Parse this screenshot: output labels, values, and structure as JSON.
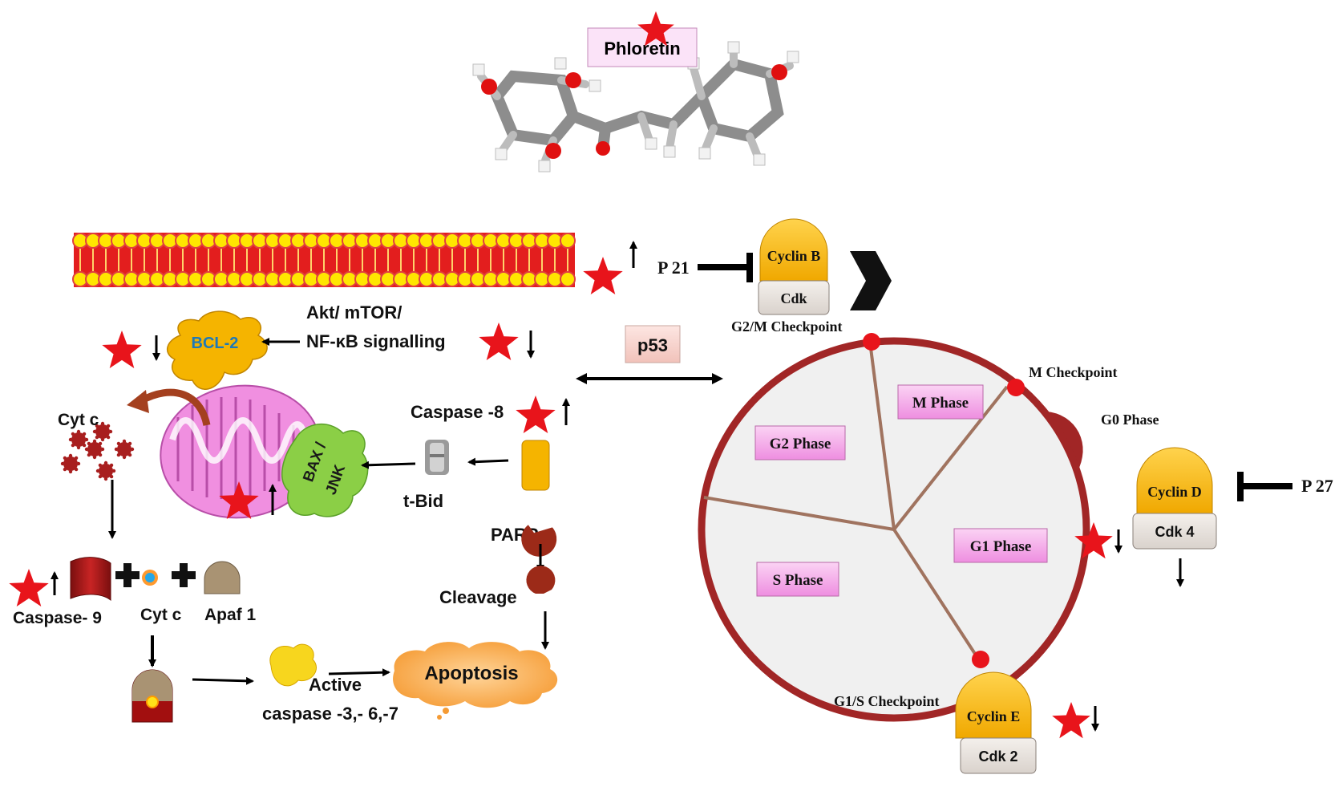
{
  "molecule": {
    "name": "Phloretin"
  },
  "membrane": {},
  "signalling": {
    "pathway": "Akt/ mTOR/",
    "pathway2": "NF-κB signalling",
    "bcl2": "BCL-2",
    "bax": "BAX /",
    "bax2": "JNK",
    "cytc_release": "Cyt c",
    "tbid": "t-Bid",
    "caspase8": "Caspase -8",
    "parp": "PARP",
    "cleavage": "Cleavage",
    "caspase9": "Caspase- 9",
    "cytc": "Cyt c",
    "apaf": "Apaf 1",
    "active": "Active",
    "active2": "caspase -3,- 6,-7",
    "apoptosis": "Apoptosis",
    "p53": "p53"
  },
  "cell_cycle": {
    "p21": "P 21",
    "p27": "P 27",
    "cyclin_b": "Cyclin  B",
    "cdk": "Cdk",
    "g2m": "G2/M Checkpoint",
    "m_checkpoint": "M Checkpoint",
    "g0": "G0 Phase",
    "g1s": "G1/S Checkpoint",
    "cyclin_d": "Cyclin  D",
    "cdk4": "Cdk 4",
    "cyclin_e": "Cyclin  E",
    "cdk2": "Cdk 2",
    "m_phase": "M Phase",
    "g2_phase": "G2 Phase",
    "g1_phase": "G1 Phase",
    "s_phase": "S Phase"
  },
  "colors": {
    "star": "#e8141b",
    "cyclin": "#f5b400",
    "cdk": "#e8e2dc",
    "phase_box": "#f2a6e6",
    "cycle_ring": "#a12626",
    "mitochondria": "#f08fe0",
    "membrane_head": "#ffe600",
    "membrane_body": "#e31e1e"
  }
}
